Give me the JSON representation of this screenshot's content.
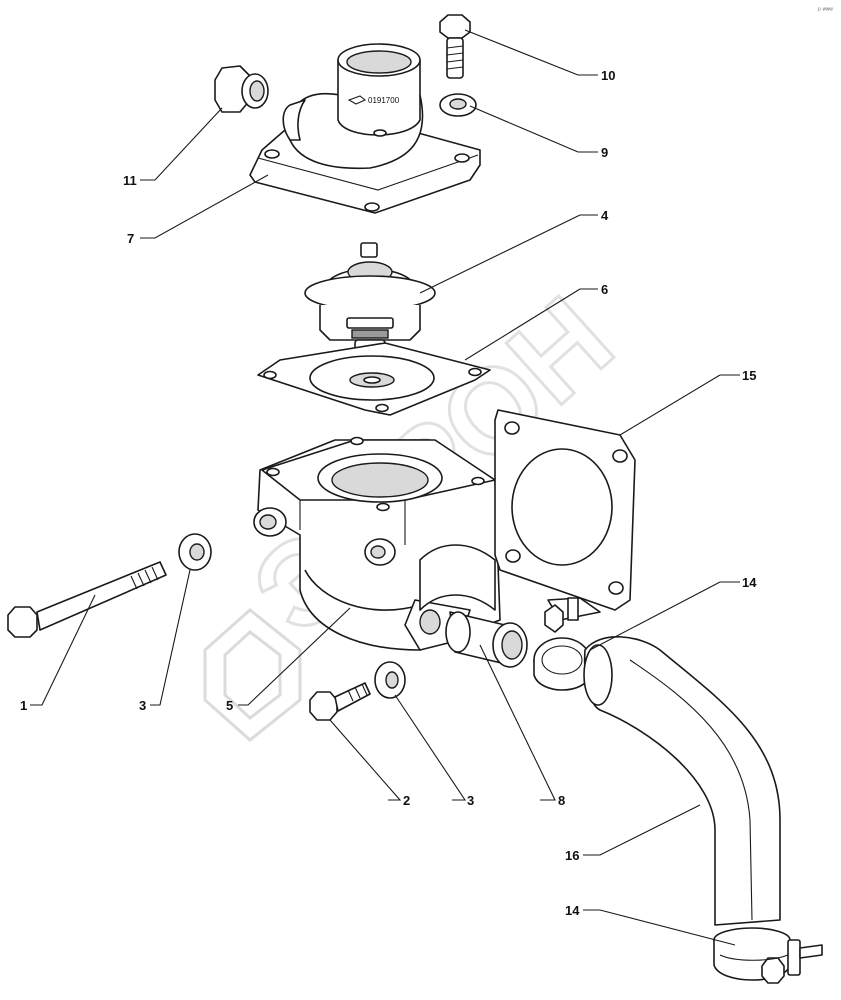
{
  "diagram": {
    "corner_mark": "ᵖ ʷʷʷ",
    "stamp_text": "0191700",
    "watermark_text": "ЭВРОН",
    "callouts": [
      {
        "id": "c10",
        "label": "10"
      },
      {
        "id": "c9",
        "label": "9"
      },
      {
        "id": "c11",
        "label": "11"
      },
      {
        "id": "c7",
        "label": "7"
      },
      {
        "id": "c4",
        "label": "4"
      },
      {
        "id": "c6",
        "label": "6"
      },
      {
        "id": "c15",
        "label": "15"
      },
      {
        "id": "c14a",
        "label": "14"
      },
      {
        "id": "c1",
        "label": "1"
      },
      {
        "id": "c3a",
        "label": "3"
      },
      {
        "id": "c5",
        "label": "5"
      },
      {
        "id": "c2",
        "label": "2"
      },
      {
        "id": "c3b",
        "label": "3"
      },
      {
        "id": "c8",
        "label": "8"
      },
      {
        "id": "c16",
        "label": "16"
      },
      {
        "id": "c14b",
        "label": "14"
      }
    ]
  }
}
